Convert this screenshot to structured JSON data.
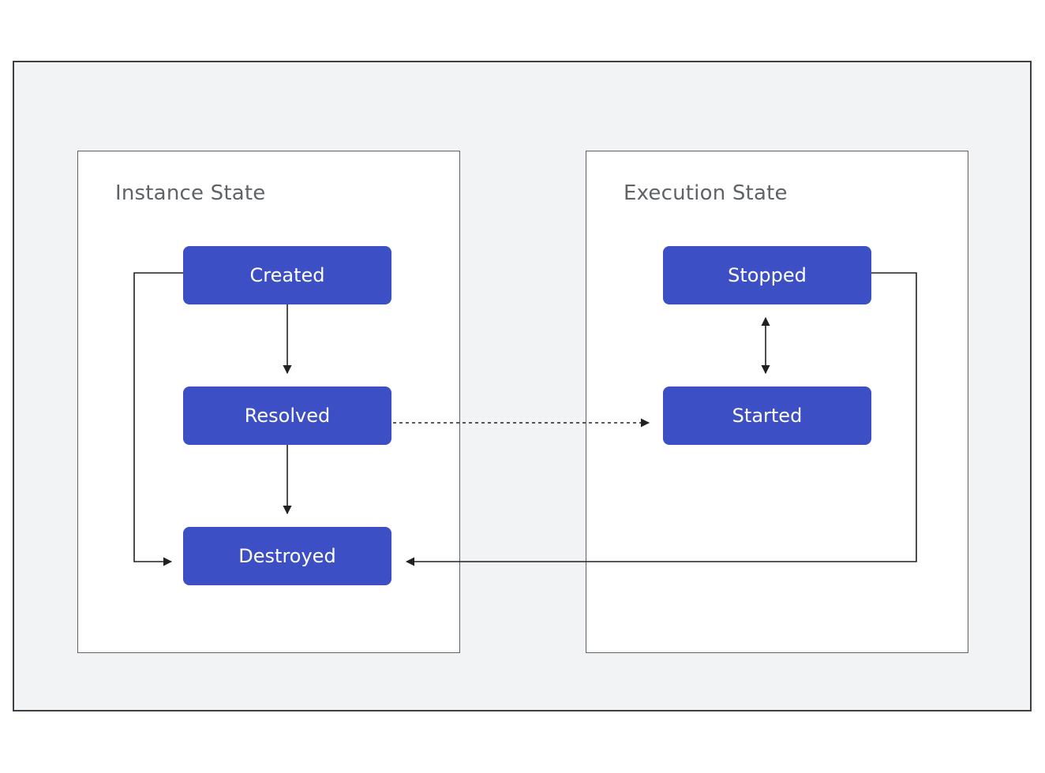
{
  "panels": {
    "instance": {
      "title": "Instance State"
    },
    "execution": {
      "title": "Execution State"
    }
  },
  "states": {
    "created": "Created",
    "resolved": "Resolved",
    "destroyed": "Destroyed",
    "stopped": "Stopped",
    "started": "Started"
  },
  "colors": {
    "state_fill": "#3c4fc4",
    "state_text": "#ffffff",
    "frame_background": "#f1f3f4",
    "connector": "#202124",
    "panel_title": "#5f6368"
  },
  "connectors": [
    {
      "from": "created",
      "to": "resolved",
      "style": "solid",
      "direction": "forward"
    },
    {
      "from": "resolved",
      "to": "destroyed",
      "style": "solid",
      "direction": "forward"
    },
    {
      "from": "created",
      "to": "destroyed",
      "style": "solid",
      "direction": "forward"
    },
    {
      "from": "resolved",
      "to": "started",
      "style": "dashed",
      "direction": "forward"
    },
    {
      "from": "stopped",
      "to": "started",
      "style": "solid",
      "direction": "both"
    },
    {
      "from": "stopped",
      "to": "destroyed",
      "style": "solid",
      "direction": "forward"
    }
  ]
}
